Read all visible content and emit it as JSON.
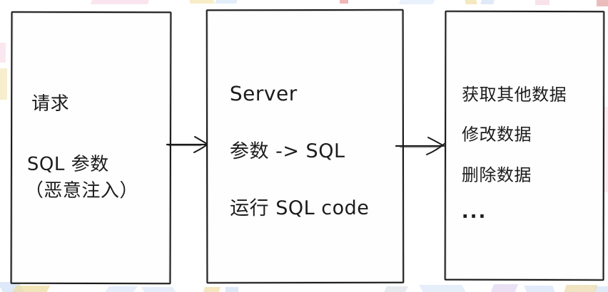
{
  "colors": {
    "ink": "#1a1a1a",
    "background": "#ffffff"
  },
  "boxes": [
    {
      "name": "request",
      "lines": [
        "请求",
        "SQL 参数",
        "（恶意注入）"
      ]
    },
    {
      "name": "server",
      "lines": [
        "Server",
        "参数 -> SQL",
        "运行 SQL code"
      ]
    },
    {
      "name": "impact",
      "lines": [
        "获取其他数据",
        "修改数据",
        "删除数据",
        "..."
      ]
    }
  ],
  "arrows": [
    {
      "name": "request-to-server",
      "direction": "right"
    },
    {
      "name": "server-to-impact",
      "direction": "right"
    }
  ]
}
